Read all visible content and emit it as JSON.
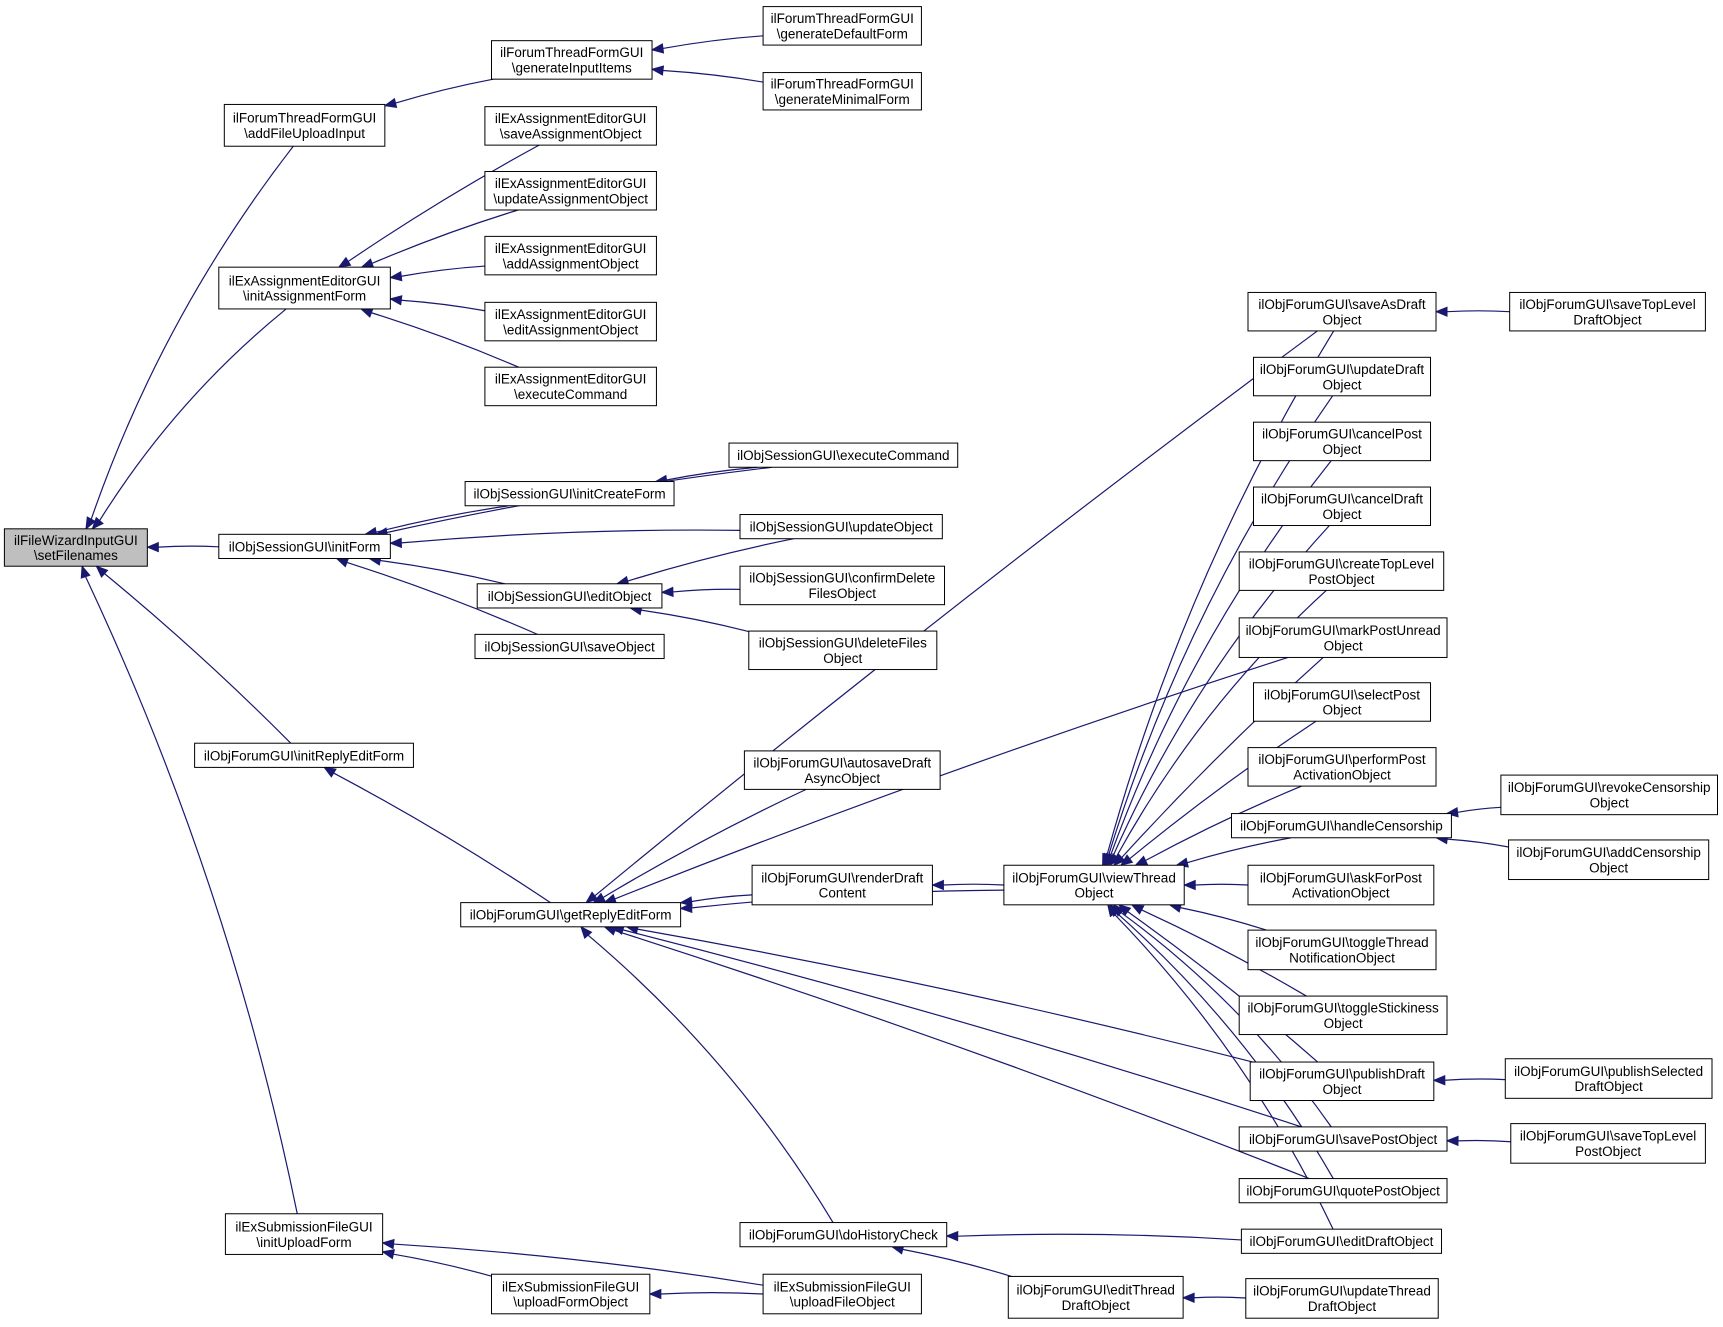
{
  "colors": {
    "edge": "#191970",
    "node_border": "#000000",
    "node_fill": "#ffffff",
    "root_fill": "#bfbfbf"
  },
  "nodes": [
    {
      "id": "n0",
      "lines": [
        "ilFileWizardInputGUI",
        "\\setFilenames"
      ],
      "root": true
    },
    {
      "id": "n1",
      "lines": [
        "ilForumThreadFormGUI",
        "\\addFileUploadInput"
      ]
    },
    {
      "id": "n2",
      "lines": [
        "ilForumThreadFormGUI",
        "\\generateInputItems"
      ]
    },
    {
      "id": "n3",
      "lines": [
        "ilForumThreadFormGUI",
        "\\generateDefaultForm"
      ]
    },
    {
      "id": "n4",
      "lines": [
        "ilForumThreadFormGUI",
        "\\generateMinimalForm"
      ]
    },
    {
      "id": "n5",
      "lines": [
        "ilExAssignmentEditorGUI",
        "\\initAssignmentForm"
      ]
    },
    {
      "id": "n6",
      "lines": [
        "ilExAssignmentEditorGUI",
        "\\saveAssignmentObject"
      ]
    },
    {
      "id": "n7",
      "lines": [
        "ilExAssignmentEditorGUI",
        "\\updateAssignmentObject"
      ]
    },
    {
      "id": "n8",
      "lines": [
        "ilExAssignmentEditorGUI",
        "\\addAssignmentObject"
      ]
    },
    {
      "id": "n9",
      "lines": [
        "ilExAssignmentEditorGUI",
        "\\editAssignmentObject"
      ]
    },
    {
      "id": "n10",
      "lines": [
        "ilExAssignmentEditorGUI",
        "\\executeCommand"
      ]
    },
    {
      "id": "n11",
      "lines": [
        "ilObjSessionGUI\\initForm"
      ]
    },
    {
      "id": "n12",
      "lines": [
        "ilObjSessionGUI\\executeCommand"
      ]
    },
    {
      "id": "n13",
      "lines": [
        "ilObjSessionGUI\\initCreateForm"
      ]
    },
    {
      "id": "n14",
      "lines": [
        "ilObjSessionGUI\\updateObject"
      ]
    },
    {
      "id": "n15",
      "lines": [
        "ilObjSessionGUI\\editObject"
      ]
    },
    {
      "id": "n16",
      "lines": [
        "ilObjSessionGUI\\confirmDelete",
        "FilesObject"
      ]
    },
    {
      "id": "n17",
      "lines": [
        "ilObjSessionGUI\\deleteFiles",
        "Object"
      ]
    },
    {
      "id": "n18",
      "lines": [
        "ilObjSessionGUI\\saveObject"
      ]
    },
    {
      "id": "n19",
      "lines": [
        "ilObjForumGUI\\initReplyEditForm"
      ]
    },
    {
      "id": "n20",
      "lines": [
        "ilObjForumGUI\\getReplyEditForm"
      ]
    },
    {
      "id": "n21",
      "lines": [
        "ilObjForumGUI\\autosaveDraft",
        "AsyncObject"
      ]
    },
    {
      "id": "n22",
      "lines": [
        "ilObjForumGUI\\renderDraft",
        "Content"
      ]
    },
    {
      "id": "n23",
      "lines": [
        "ilObjForumGUI\\viewThread",
        "Object"
      ]
    },
    {
      "id": "n24",
      "lines": [
        "ilObjForumGUI\\saveAsDraft",
        "Object"
      ]
    },
    {
      "id": "n25",
      "lines": [
        "ilObjForumGUI\\saveTopLevel",
        "DraftObject"
      ]
    },
    {
      "id": "n26",
      "lines": [
        "ilObjForumGUI\\updateDraft",
        "Object"
      ]
    },
    {
      "id": "n27",
      "lines": [
        "ilObjForumGUI\\cancelPost",
        "Object"
      ]
    },
    {
      "id": "n28",
      "lines": [
        "ilObjForumGUI\\cancelDraft",
        "Object"
      ]
    },
    {
      "id": "n29",
      "lines": [
        "ilObjForumGUI\\createTopLevel",
        "PostObject"
      ]
    },
    {
      "id": "n30",
      "lines": [
        "ilObjForumGUI\\markPostUnread",
        "Object"
      ]
    },
    {
      "id": "n31",
      "lines": [
        "ilObjForumGUI\\selectPost",
        "Object"
      ]
    },
    {
      "id": "n32",
      "lines": [
        "ilObjForumGUI\\performPost",
        "ActivationObject"
      ]
    },
    {
      "id": "n33",
      "lines": [
        "ilObjForumGUI\\handleCensorship"
      ]
    },
    {
      "id": "n34",
      "lines": [
        "ilObjForumGUI\\revokeCensorship",
        "Object"
      ]
    },
    {
      "id": "n35",
      "lines": [
        "ilObjForumGUI\\addCensorship",
        "Object"
      ]
    },
    {
      "id": "n36",
      "lines": [
        "ilObjForumGUI\\askForPost",
        "ActivationObject"
      ]
    },
    {
      "id": "n37",
      "lines": [
        "ilObjForumGUI\\toggleThread",
        "NotificationObject"
      ]
    },
    {
      "id": "n38",
      "lines": [
        "ilObjForumGUI\\toggleStickiness",
        "Object"
      ]
    },
    {
      "id": "n39",
      "lines": [
        "ilObjForumGUI\\publishDraft",
        "Object"
      ]
    },
    {
      "id": "n40",
      "lines": [
        "ilObjForumGUI\\publishSelected",
        "DraftObject"
      ]
    },
    {
      "id": "n41",
      "lines": [
        "ilObjForumGUI\\savePostObject"
      ]
    },
    {
      "id": "n42",
      "lines": [
        "ilObjForumGUI\\saveTopLevel",
        "PostObject"
      ]
    },
    {
      "id": "n43",
      "lines": [
        "ilObjForumGUI\\quotePostObject"
      ]
    },
    {
      "id": "n44",
      "lines": [
        "ilObjForumGUI\\doHistoryCheck"
      ]
    },
    {
      "id": "n45",
      "lines": [
        "ilObjForumGUI\\editDraftObject"
      ]
    },
    {
      "id": "n46",
      "lines": [
        "ilObjForumGUI\\editThread",
        "DraftObject"
      ]
    },
    {
      "id": "n47",
      "lines": [
        "ilObjForumGUI\\updateThread",
        "DraftObject"
      ]
    },
    {
      "id": "n48",
      "lines": [
        "ilExSubmissionFileGUI",
        "\\initUploadForm"
      ]
    },
    {
      "id": "n49",
      "lines": [
        "ilExSubmissionFileGUI",
        "\\uploadFormObject"
      ]
    },
    {
      "id": "n50",
      "lines": [
        "ilExSubmissionFileGUI",
        "\\uploadFileObject"
      ]
    }
  ],
  "edges": [
    [
      "n1",
      "n0"
    ],
    [
      "n5",
      "n0"
    ],
    [
      "n11",
      "n0"
    ],
    [
      "n19",
      "n0"
    ],
    [
      "n48",
      "n0"
    ],
    [
      "n2",
      "n1"
    ],
    [
      "n3",
      "n2"
    ],
    [
      "n4",
      "n2"
    ],
    [
      "n6",
      "n5"
    ],
    [
      "n7",
      "n5"
    ],
    [
      "n8",
      "n5"
    ],
    [
      "n9",
      "n5"
    ],
    [
      "n10",
      "n5"
    ],
    [
      "n12",
      "n11"
    ],
    [
      "n13",
      "n11"
    ],
    [
      "n14",
      "n11"
    ],
    [
      "n15",
      "n11"
    ],
    [
      "n18",
      "n11"
    ],
    [
      "n12",
      "n13"
    ],
    [
      "n14",
      "n15"
    ],
    [
      "n16",
      "n15"
    ],
    [
      "n17",
      "n15"
    ],
    [
      "n20",
      "n19"
    ],
    [
      "n21",
      "n20"
    ],
    [
      "n22",
      "n20"
    ],
    [
      "n23",
      "n20"
    ],
    [
      "n24",
      "n20"
    ],
    [
      "n30",
      "n20"
    ],
    [
      "n39",
      "n20"
    ],
    [
      "n41",
      "n20"
    ],
    [
      "n43",
      "n20"
    ],
    [
      "n44",
      "n20"
    ],
    [
      "n23",
      "n22"
    ],
    [
      "n24",
      "n23"
    ],
    [
      "n26",
      "n23"
    ],
    [
      "n27",
      "n23"
    ],
    [
      "n28",
      "n23"
    ],
    [
      "n29",
      "n23"
    ],
    [
      "n30",
      "n23"
    ],
    [
      "n31",
      "n23"
    ],
    [
      "n32",
      "n23"
    ],
    [
      "n33",
      "n23"
    ],
    [
      "n36",
      "n23"
    ],
    [
      "n37",
      "n23"
    ],
    [
      "n38",
      "n23"
    ],
    [
      "n39",
      "n23"
    ],
    [
      "n41",
      "n23"
    ],
    [
      "n43",
      "n23"
    ],
    [
      "n45",
      "n23"
    ],
    [
      "n25",
      "n24"
    ],
    [
      "n34",
      "n33"
    ],
    [
      "n35",
      "n33"
    ],
    [
      "n40",
      "n39"
    ],
    [
      "n42",
      "n41"
    ],
    [
      "n45",
      "n44"
    ],
    [
      "n46",
      "n44"
    ],
    [
      "n47",
      "n46"
    ],
    [
      "n49",
      "n48"
    ],
    [
      "n50",
      "n48"
    ],
    [
      "n50",
      "n49"
    ]
  ]
}
